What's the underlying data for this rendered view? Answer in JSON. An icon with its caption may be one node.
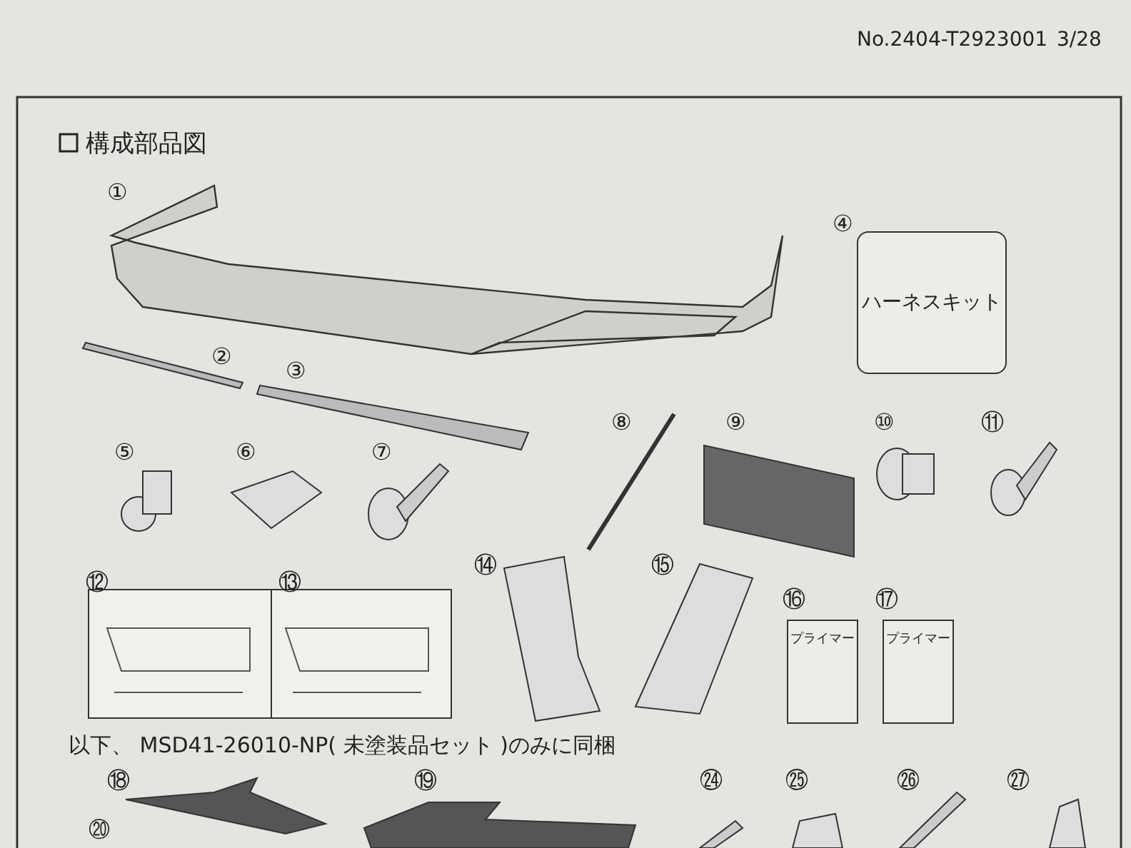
{
  "diagram": {
    "title": "構成部品図",
    "nodes": [
      {
        "text": [
          "ハーネスキット"
        ],
        "beside": [
          "④"
        ]
      },
      {
        "text": [
          "プライマー"
        ],
        "beside": [
          "⑯"
        ]
      },
      {
        "text": [
          "プライマー"
        ],
        "beside": [
          "⑰"
        ]
      }
    ],
    "labels": [
      "No.2404-T2923001",
      "3/28",
      "①",
      "②",
      "③",
      "⑤",
      "⑥",
      "⑦",
      "⑧",
      "⑨",
      "⑩",
      "⑪",
      "⑫",
      "⑬",
      "⑭",
      "⑮",
      "以下、 MSD41-26010-NP( 未塗装品セット )のみに同梱",
      "⑱",
      "⑲",
      "㉔",
      "㉕",
      "㉖",
      "㉗",
      "⑳"
    ]
  }
}
